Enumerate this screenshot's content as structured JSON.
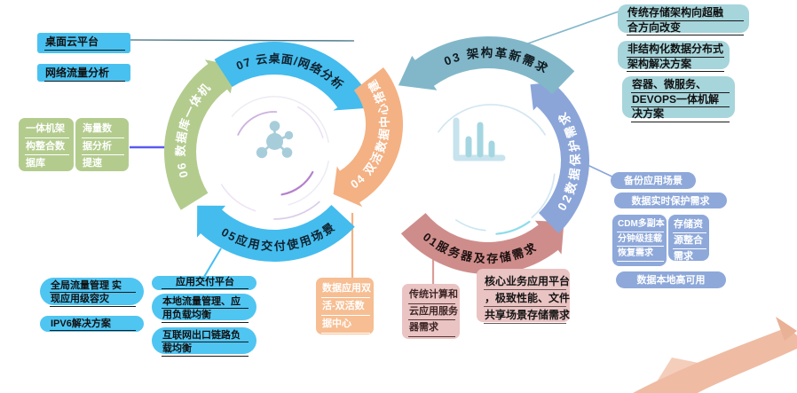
{
  "colors": {
    "sky_blue": "#49C1F0",
    "green": "#B3CC8E",
    "orange": "#F4B183",
    "teal_arc": "#82B7C9",
    "steel_blue": "#8EA8DA",
    "salmon": "#CE8D8B",
    "teal_box": "#A6D5DB",
    "pink_box": "#EAC3C3",
    "swoosh": "#EFBBA3",
    "indigo_connector": "#5A5AF0"
  },
  "hubs": {
    "left": {
      "icon": "molecule-icon"
    },
    "right": {
      "icon": "bar-chart-icon"
    }
  },
  "arcs": {
    "s01": {
      "label": "01服务器及存储需求"
    },
    "s02": {
      "label": "02数据保护需求"
    },
    "s03": {
      "label": "03 架构革新需求"
    },
    "s04": {
      "label": "04 双活数据中心搭建"
    },
    "s05": {
      "label": "05应用交付使用场景"
    },
    "s06": {
      "label": "06 数据库一体机"
    },
    "s07": {
      "label": "07 云桌面/网络分析"
    }
  },
  "boxes": {
    "desktop_cloud": {
      "lines": [
        "桌面云平台"
      ]
    },
    "network_traffic": {
      "lines": [
        "网络流量分析"
      ]
    },
    "aio_database": {
      "lines": [
        "一体机架",
        "构整合数",
        "据库"
      ]
    },
    "mass_data": {
      "lines": [
        "海量数",
        "据分析",
        "提速"
      ]
    },
    "global_traffic": {
      "lines": [
        "全局流量管理 实",
        "现应用级容灾"
      ]
    },
    "ipv6": {
      "lines": [
        "IPV6解决方案"
      ]
    },
    "app_delivery": {
      "lines": [
        "应用交付平台"
      ]
    },
    "local_traffic": {
      "lines": [
        "本地流量管理、应",
        "用负载均衡"
      ]
    },
    "internet_link": {
      "lines": [
        "互联网出口链路负",
        "载均衡"
      ]
    },
    "dc_active": {
      "lines": [
        "数据应用双",
        "活-双活数",
        "据中心"
      ]
    },
    "trad_compute": {
      "lines": [
        "传统计算和",
        "云应用服务",
        "器需求"
      ]
    },
    "core_business": {
      "lines": [
        "核心业务应用平台",
        "，极致性能、文件",
        "共享场景存储需求"
      ]
    },
    "storage_trans": {
      "lines": [
        "传统存储架构向超融",
        "合方向改变"
      ]
    },
    "unstructured": {
      "lines": [
        "非结构化数据分布式",
        "架构解决方案"
      ]
    },
    "container": {
      "lines": [
        "容器、微服务、",
        "DEVOPS一体机解",
        "决方案"
      ]
    },
    "backup_scene": {
      "lines": [
        "备份应用场景"
      ]
    },
    "realtime_protect": {
      "lines": [
        "数据实时保护需求"
      ]
    },
    "cdm_recovery": {
      "lines": [
        "CDM多副本",
        "分钟级挂载",
        "恢复需求"
      ]
    },
    "storage_integration": {
      "lines": [
        "存储资",
        "源整合",
        "需求"
      ]
    },
    "local_ha": {
      "lines": [
        "数据本地高可用"
      ]
    }
  }
}
